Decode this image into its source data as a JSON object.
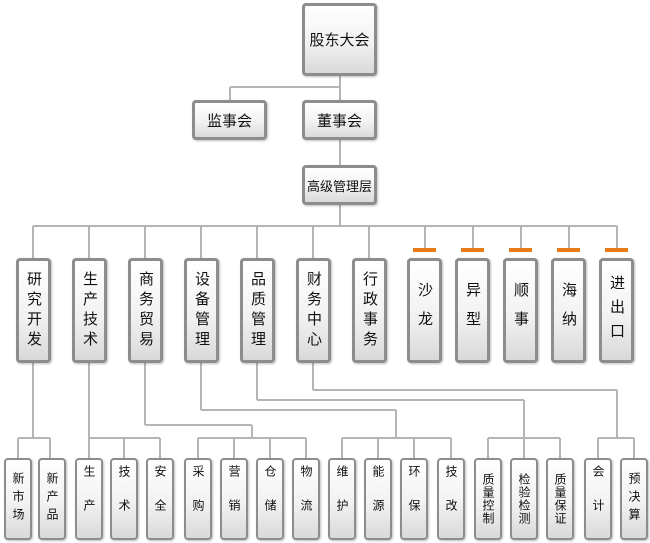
{
  "accent_color": "#e87a1a",
  "top": {
    "shareholders": "股东大会",
    "supervisory_board": "监事会",
    "board_of_directors": "董事会",
    "senior_management": "高级管理层"
  },
  "departments": [
    {
      "label": "研究开发"
    },
    {
      "label": "生产技术"
    },
    {
      "label": "商务贸易"
    },
    {
      "label": "设备管理"
    },
    {
      "label": "品质管理"
    },
    {
      "label": "财务中心"
    },
    {
      "label": "行政事务"
    },
    {
      "label": "沙龙"
    },
    {
      "label": "异型"
    },
    {
      "label": "顺事"
    },
    {
      "label": "海纳"
    },
    {
      "label": "进出口"
    }
  ],
  "subunits": [
    {
      "label": "新市场"
    },
    {
      "label": "新产品"
    },
    {
      "label": "生产"
    },
    {
      "label": "技术"
    },
    {
      "label": "安全"
    },
    {
      "label": "采购"
    },
    {
      "label": "营销"
    },
    {
      "label": "仓储"
    },
    {
      "label": "物流"
    },
    {
      "label": "维护"
    },
    {
      "label": "能源"
    },
    {
      "label": "环保"
    },
    {
      "label": "技改"
    },
    {
      "label": "质量控制"
    },
    {
      "label": "检验检测"
    },
    {
      "label": "质量保证"
    },
    {
      "label": "会计"
    },
    {
      "label": "预决算"
    }
  ]
}
